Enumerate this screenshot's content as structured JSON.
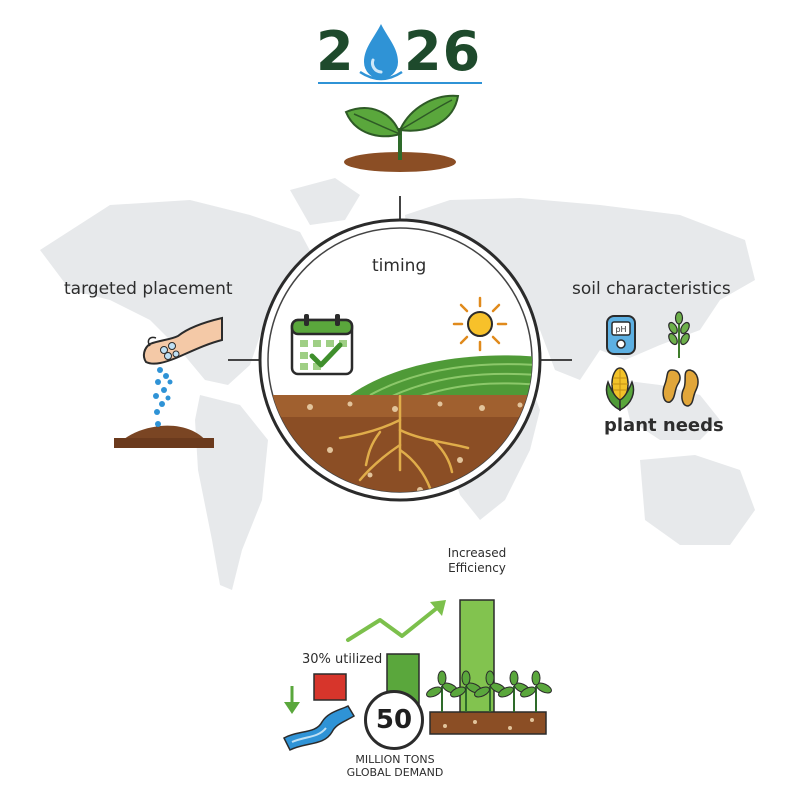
{
  "header": {
    "year_left": "2",
    "year_right": "26",
    "drop_icon": "water-drop-icon",
    "sprout_icon": "sprout-icon"
  },
  "labels": {
    "timing": "timing",
    "targeted_placement": "targeted placement",
    "soil_characteristics": "soil characteristics",
    "plant_needs": "plant needs"
  },
  "stats": {
    "increased_efficiency": [
      "Increased",
      "Efficiency"
    ],
    "utilized": "30% utilized",
    "demand_value": "50",
    "demand_caption": [
      "MILLION TONS",
      "GLOBAL DEMAND"
    ]
  },
  "icons": [
    "calendar-check-icon",
    "sun-icon",
    "ph-meter-icon",
    "wheat-icon",
    "corn-icon",
    "beans-icon",
    "hand-seeding-icon",
    "trend-arrow-icon",
    "runoff-arrow-icon"
  ],
  "colors": {
    "brand_green": "#1e4a2c",
    "leaf_green": "#5aa73c",
    "soil_brown": "#8b4e25",
    "water_blue": "#2f8fd0",
    "loss_red": "#d7352b",
    "map_gray": "#e6e8ea"
  }
}
